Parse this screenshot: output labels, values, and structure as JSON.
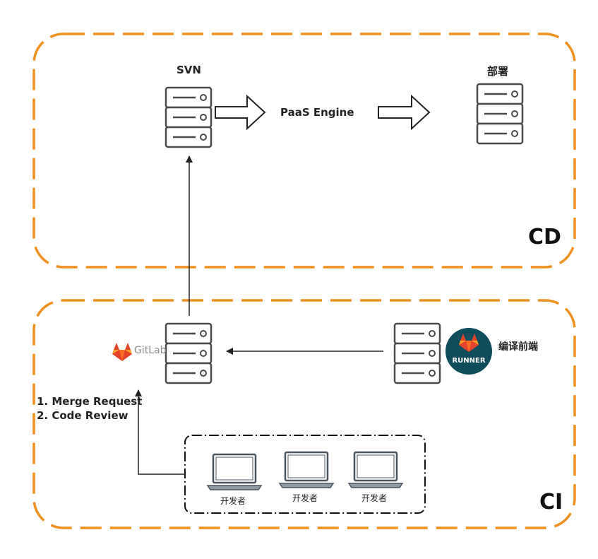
{
  "regions": {
    "cd_label": "CD",
    "ci_label": "CI"
  },
  "nodes": {
    "svn_label": "SVN",
    "deploy_label": "部署",
    "paas_label": "PaaS Engine",
    "gitlab_label": "GitLab",
    "runner_badge": "RUNNER",
    "compile_label": "编译前端"
  },
  "steps": [
    "1. Merge Request",
    "2. Code Review"
  ],
  "developers": [
    "开发者",
    "开发者",
    "开发者"
  ],
  "colors": {
    "region_border": "#f0901e",
    "server_stroke": "#4a4a4a",
    "runner_bg": "#0f4c5c",
    "gitlab_orange": "#e2432a"
  },
  "icons": {
    "server": "server-icon",
    "laptop": "laptop-icon",
    "gitlab": "gitlab-logo",
    "runner": "gitlab-runner-logo",
    "arrow": "block-arrow-icon"
  }
}
